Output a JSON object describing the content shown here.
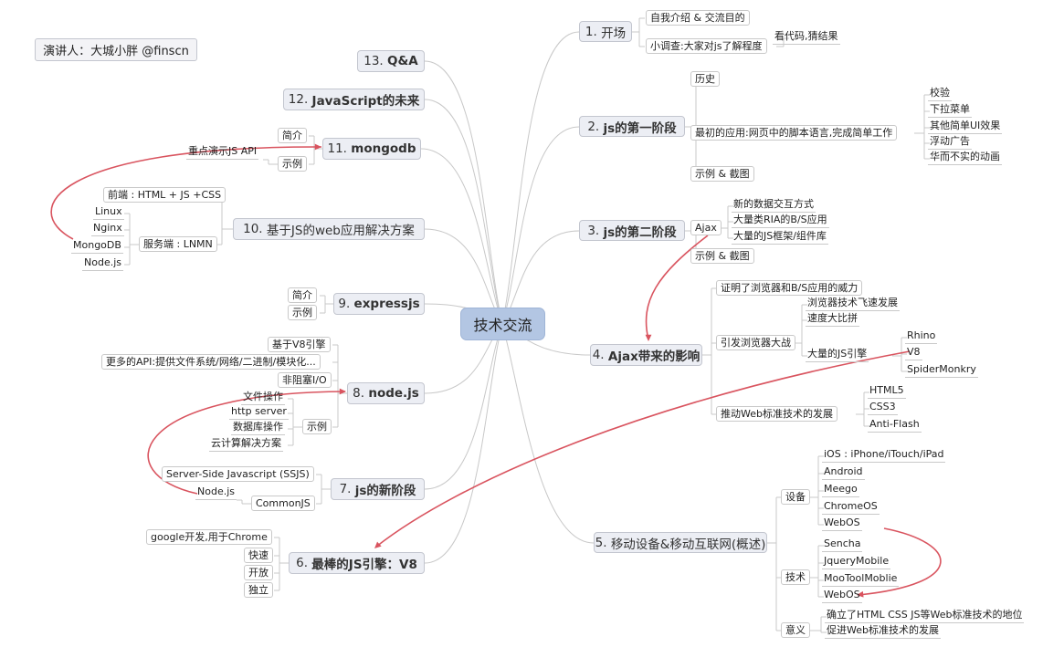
{
  "speaker": "演讲人：大城小胖  @finscn",
  "root": "技术交流",
  "topics": {
    "t1": {
      "num": "1.",
      "title": "开场",
      "children": [
        "自我介绍 & 交流目的",
        "小调查:大家对js了解程度"
      ],
      "survey_child": "看代码,猜结果"
    },
    "t2": {
      "num": "2.",
      "title": "js的第一阶段",
      "children": [
        "历史",
        "最初的应用:网页中的脚本语言,完成简单工作",
        "示例 & 截图"
      ],
      "apps": [
        "校验",
        "下拉菜单",
        "其他简单UI效果",
        "浮动广告",
        "华而不实的动画"
      ]
    },
    "t3": {
      "num": "3.",
      "title": "js的第二阶段",
      "children": [
        "Ajax",
        "示例 & 截图"
      ],
      "ajax": [
        "新的数据交互方式",
        "大量类RIA的B/S应用",
        "大量的JS框架/组件库"
      ]
    },
    "t4": {
      "num": "4.",
      "title": "Ajax带来的影响",
      "children": [
        "证明了浏览器和B/S应用的威力",
        "引发浏览器大战",
        "推动Web标准技术的发展"
      ],
      "war": [
        "浏览器技术飞速发展",
        "速度大比拼",
        "大量的JS引擎"
      ],
      "engines": [
        "Rhino",
        "V8",
        "SpiderMonkry"
      ],
      "standards": [
        "HTML5",
        "CSS3",
        "Anti-Flash"
      ]
    },
    "t5": {
      "num": "5.",
      "title": "移动设备&移动互联网(概述)",
      "children": [
        "设备",
        "技术",
        "意义"
      ],
      "devices": [
        "iOS : iPhone/iTouch/iPad",
        "Android",
        "Meego",
        "ChromeOS",
        "WebOS"
      ],
      "tech": [
        "Sencha",
        "JqueryMobile",
        "MooToolMoblie",
        "WebOS"
      ],
      "meaning": [
        "确立了HTML CSS JS等Web标准技术的地位",
        "促进Web标准技术的发展"
      ]
    },
    "t6": {
      "num": "6.",
      "title": "最棒的JS引擎：V8",
      "children": [
        "google开发,用于Chrome",
        "快速",
        "开放",
        "独立"
      ]
    },
    "t7": {
      "num": "7.",
      "title": "js的新阶段",
      "children": [
        "Server-Side Javascript (SSJS)",
        "CommonJS"
      ],
      "commonjs_child": "Node.js"
    },
    "t8": {
      "num": "8.",
      "title": "node.js",
      "children": [
        "基于V8引擎",
        "更多的API:提供文件系统/网络/二进制/模块化...",
        "非阻塞I/O",
        "示例"
      ],
      "examples": [
        "文件操作",
        "http server",
        "数据库操作",
        "云计算解决方案"
      ]
    },
    "t9": {
      "num": "9.",
      "title": "expressjs",
      "children": [
        "简介",
        "示例"
      ]
    },
    "t10": {
      "num": "10.",
      "title": "基于JS的web应用解决方案",
      "children": [
        "前端 : HTML + JS +CSS",
        "服务端 : LNMN"
      ],
      "server": [
        "Linux",
        "Nginx",
        "MongoDB",
        "Node.js"
      ]
    },
    "t11": {
      "num": "11.",
      "title": "mongodb",
      "children": [
        "简介",
        "示例"
      ],
      "example_child": "重点演示JS API"
    },
    "t12": {
      "num": "12.",
      "title": "JavaScript的未来"
    },
    "t13": {
      "num": "13.",
      "title": "Q&A"
    }
  },
  "colors": {
    "root_fill": "#b3c6e3",
    "topic_fill": "#eceef4",
    "connector": "#c8c8c8",
    "relation_arrow": "#d9545f"
  }
}
